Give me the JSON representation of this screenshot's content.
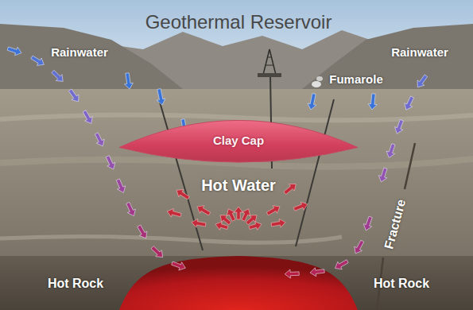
{
  "diagram": {
    "title": "Geothermal Reservoir",
    "nodes": [
      {
        "text": [
          "Clay Cap"
        ]
      }
    ],
    "labels": [
      "Rainwater",
      "Rainwater",
      "Fumarole",
      "Hot Water",
      "Fracture",
      "Hot Rock",
      "Hot Rock"
    ]
  }
}
